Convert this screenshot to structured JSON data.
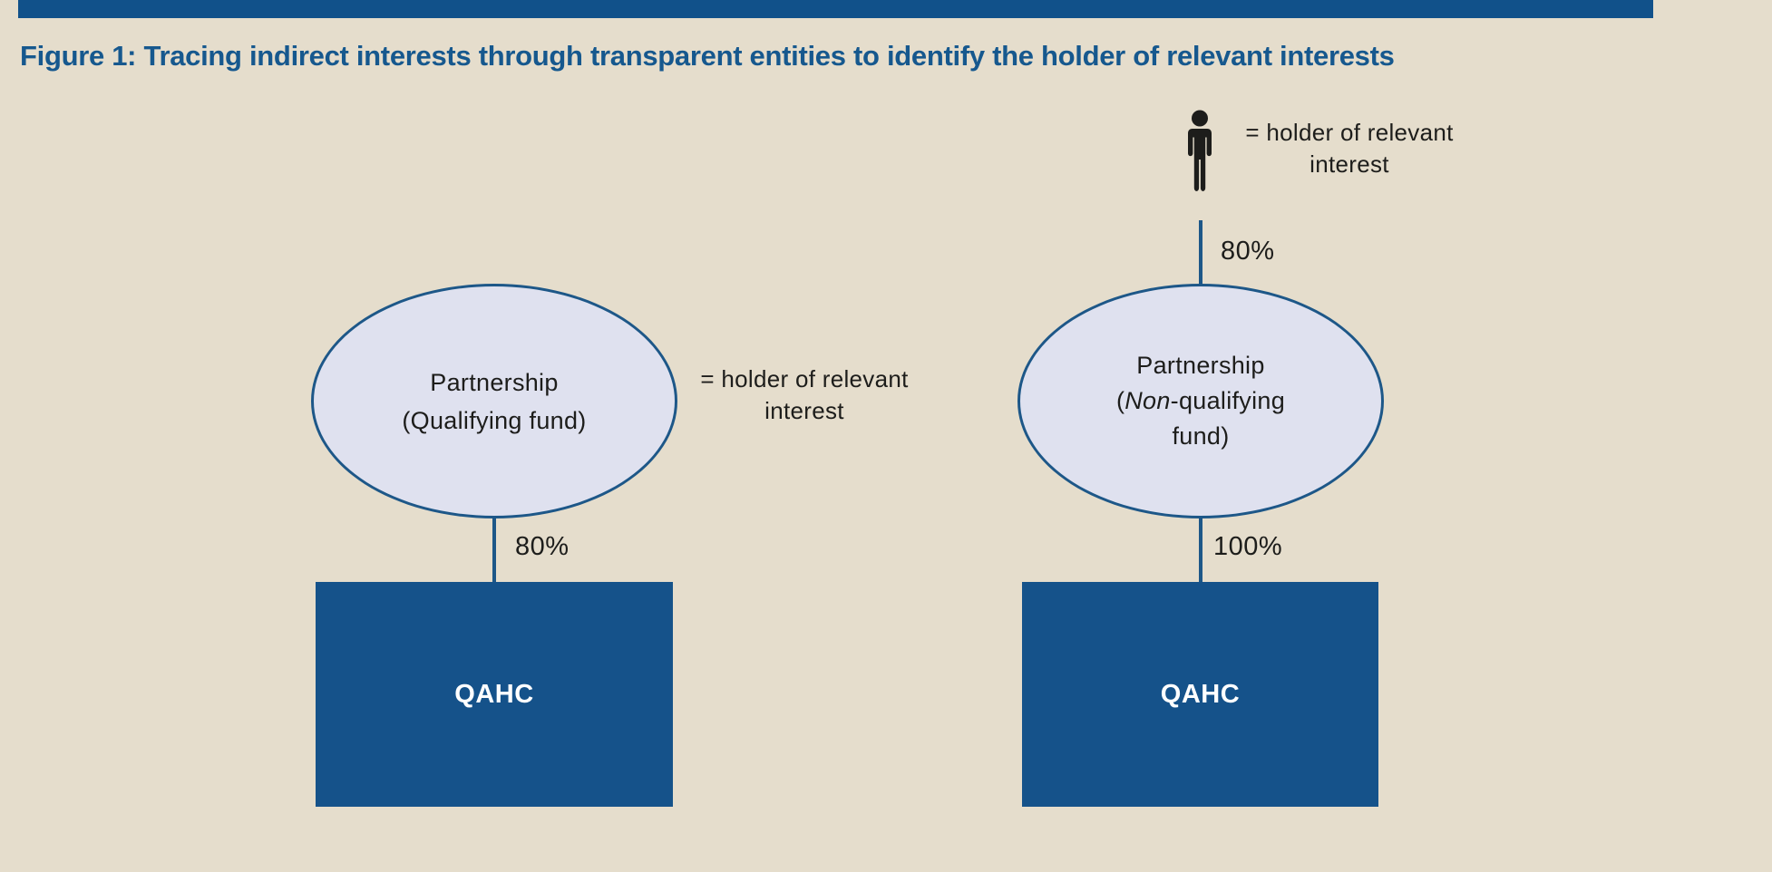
{
  "title": "Figure 1: Tracing indirect interests through transparent entities to identify the holder of relevant interests",
  "legend_top": {
    "line1": "= holder of relevant",
    "line2": "interest"
  },
  "legend_mid": {
    "line1": "= holder of relevant",
    "line2": "interest"
  },
  "right_chain": {
    "top_ownership": "80%",
    "ellipse_line1": "Partnership",
    "ellipse_line2_pre": "(",
    "ellipse_line2_italic": "Non",
    "ellipse_line2_post": "-qualifying",
    "ellipse_line3": "fund)",
    "bottom_ownership": "100%",
    "box_label": "QAHC"
  },
  "left_chain": {
    "ellipse_line1": "Partnership",
    "ellipse_line2": "(Qualifying fund)",
    "bottom_ownership": "80%",
    "box_label": "QAHC"
  },
  "icons": {
    "person": "person-pictogram"
  },
  "colors": {
    "background": "#e5ddcc",
    "accent_bar": "#11518a",
    "title_text": "#16588e",
    "box_fill": "#15528a",
    "ellipse_fill": "#dfe1ef",
    "ellipse_border": "#1d5788",
    "connector": "#1d5788",
    "body_text": "#1d1d1b",
    "box_label_text": "#ffffff"
  }
}
